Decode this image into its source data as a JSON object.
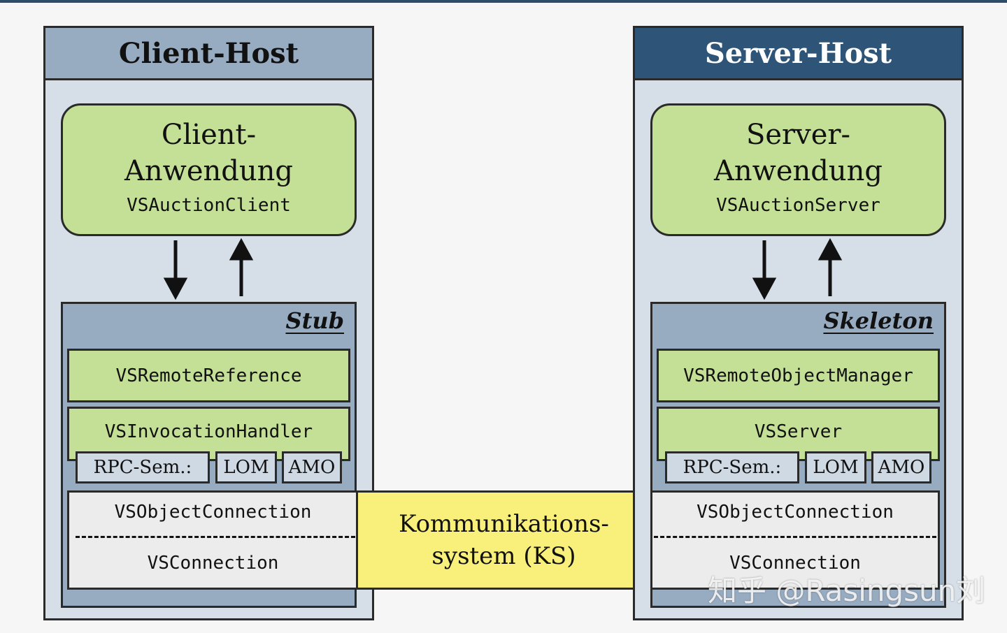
{
  "client": {
    "title": "Client-Host",
    "app_line1": "Client-",
    "app_line2": "Anwendung",
    "app_code": "VSAuctionClient",
    "stub_title": "Stub",
    "reference": "VSRemoteReference",
    "handler": "VSInvocationHandler",
    "sem": [
      "RPC-Sem.:",
      "LOM",
      "AMO"
    ],
    "object_connection": "VSObjectConnection",
    "connection": "VSConnection"
  },
  "server": {
    "title": "Server-Host",
    "app_line1": "Server-",
    "app_line2": "Anwendung",
    "app_code": "VSAuctionServer",
    "stub_title": "Skeleton",
    "reference": "VSRemoteObjectManager",
    "handler": "VSServer",
    "sem": [
      "RPC-Sem.:",
      "LOM",
      "AMO"
    ],
    "object_connection": "VSObjectConnection",
    "connection": "VSConnection"
  },
  "ks": {
    "line1": "Kommunikations-",
    "line2": "system (KS)"
  },
  "watermark": "知乎 @Rasingsun刘",
  "colors": {
    "host_bg": "#d6dfe8",
    "client_header": "#97abc1",
    "server_header": "#2e5578",
    "green": "#c4df96",
    "ks_yellow": "#f8f07a",
    "connection_bg": "#ececec"
  }
}
